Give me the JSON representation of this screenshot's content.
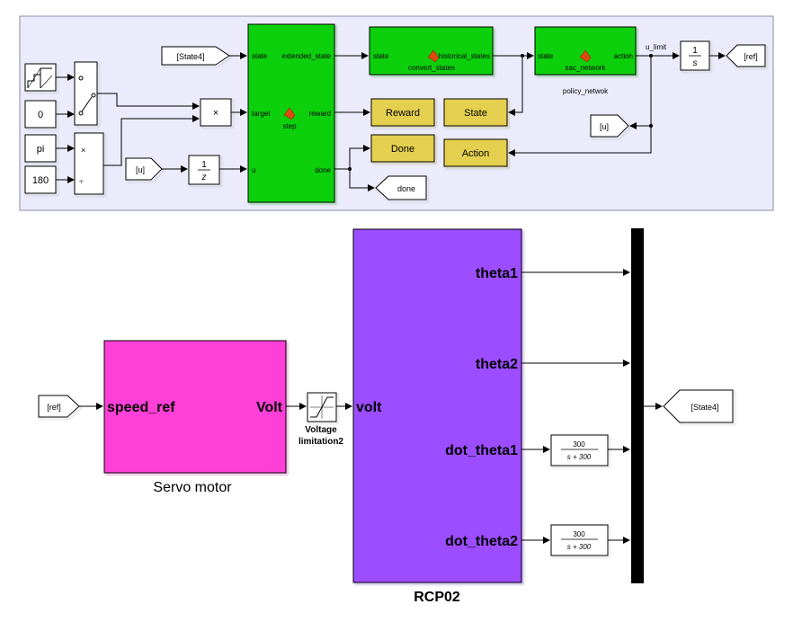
{
  "top": {
    "goto_state4_from": "[State4]",
    "const_zero": "0",
    "const_pi": "pi",
    "const_180": "180",
    "mult_symbol": "×",
    "prod_mul": "×",
    "prod_div": "÷",
    "from_u_left": "[u]",
    "delay_num": "1",
    "delay_den": "z",
    "step": {
      "name": "step",
      "in_state": "state",
      "in_target": "target",
      "in_u": "u",
      "out_extended": "extended_state",
      "out_reward": "reward",
      "out_done": "done"
    },
    "convert": {
      "name": "convert_states",
      "in_state": "state",
      "out_hist": "historical_states"
    },
    "sac": {
      "name": "sac_network",
      "in_state": "state",
      "out_action": "action",
      "label_below": "policy_netwok"
    },
    "u_limit": "u_limit",
    "integrator_num": "1",
    "integrator_den": "s",
    "goto_ref": "[ref]",
    "from_u_right": "[u]",
    "reward_label": "Reward",
    "state_label": "State",
    "done_label": "Done",
    "action_label": "Action",
    "goto_done": "done"
  },
  "bottom": {
    "from_ref": "[ref]",
    "servo": {
      "in_port": "speed_ref",
      "out_port": "Volt",
      "name": "Servo motor"
    },
    "saturation_label_1": "Voltage",
    "saturation_label_2": "limitation2",
    "rcp": {
      "in_port": "volt",
      "out1": "theta1",
      "out2": "theta2",
      "out3": "dot_theta1",
      "out4": "dot_theta2",
      "name": "RCP02"
    },
    "tf1_num": "300",
    "tf1_den": "s + 300",
    "tf2_num": "300",
    "tf2_den": "s + 300",
    "goto_state4": "[State4]"
  },
  "colors": {
    "panel_bg": "#ebebfb",
    "green": "#10d010",
    "yellow": "#e4cf50",
    "magenta": "#ff40d8",
    "purple": "#9b4dff",
    "mux": "#000000"
  }
}
